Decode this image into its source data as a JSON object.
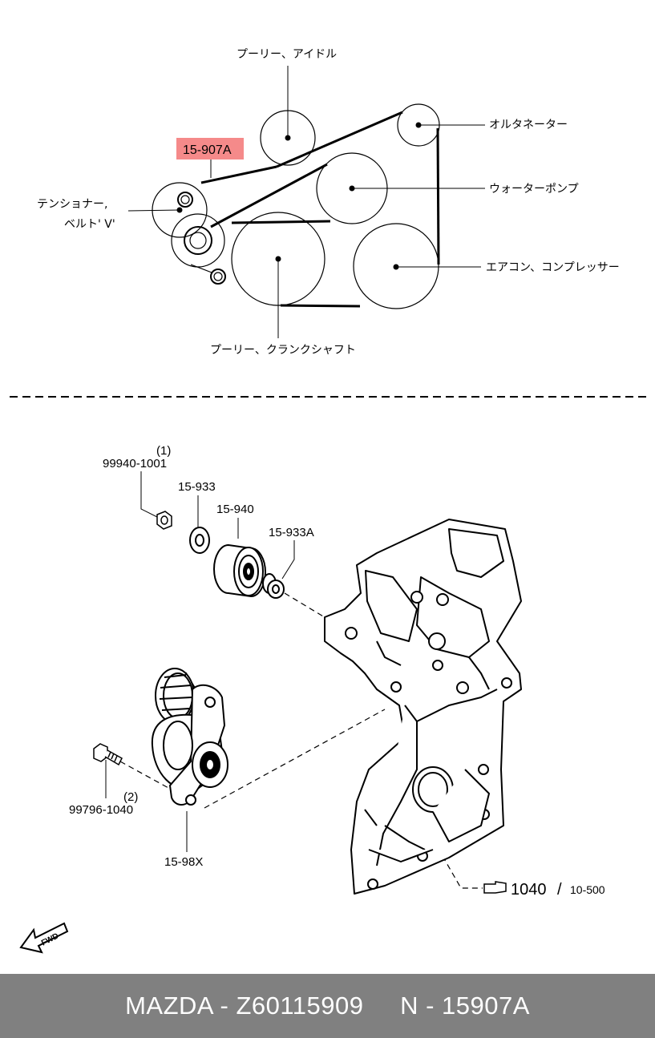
{
  "belt_diagram": {
    "labels": {
      "idler_pulley": "プーリー、アイドル",
      "alternator": "オルタネーター",
      "water_pump": "ウォーターポンプ",
      "ac_compressor": "エアコン、コンプレッサー",
      "crankshaft_pulley": "プーリー、クランクシャフト",
      "tensioner_line1": "テンショナー,",
      "tensioner_line2": "ベルト' V'"
    },
    "highlight_part": "15-907A",
    "highlight_color": "#f58a8a"
  },
  "parts_diagram": {
    "part_99940_qty": "(1)",
    "part_99940": "99940-1001",
    "part_15933": "15-933",
    "part_15940": "15-940",
    "part_15933A": "15-933A",
    "part_99796_qty": "(2)",
    "part_99796": "99796-1040",
    "part_1598X": "15-98X",
    "ref_main": "1040",
    "ref_slash": "/",
    "ref_sub": "10-500",
    "fwd": "FWD"
  },
  "footer": {
    "text": "MAZDA - Z60115909     N - 15907A",
    "background": "#808080"
  }
}
